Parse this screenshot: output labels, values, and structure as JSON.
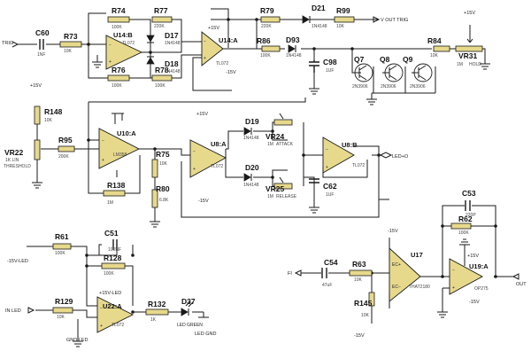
{
  "nets": {
    "trig": "TRIG",
    "fi": "FI",
    "vout_trig": "V OUT TRIG",
    "plus15_vr31": "+15V",
    "plus15_r148": "+15V",
    "led_o": "LED+O",
    "out": "OUT",
    "minus15_led": "-15V-LED",
    "plus15_led": "+15V-LED",
    "in_led": "IN LED",
    "gnd_led": "GND LED",
    "led_gnd": "LED GND",
    "plus15_u14a": "+15V",
    "minus15_u14a": "-15V",
    "plus15_u8a": "+15V",
    "minus15_u8a": "-15V",
    "minus15_u17": "-15V",
    "plus15_u19a": "+15V",
    "minus15_u19a": "-15V",
    "minus15_r145": "-15V"
  },
  "resistors": [
    {
      "ref": "R74",
      "value": "100K"
    },
    {
      "ref": "R77",
      "value": "220K"
    },
    {
      "ref": "R79",
      "value": "220K"
    },
    {
      "ref": "R99",
      "value": "10K"
    },
    {
      "ref": "R73",
      "value": "10K"
    },
    {
      "ref": "R76",
      "value": "100K"
    },
    {
      "ref": "R78",
      "value": "100K"
    },
    {
      "ref": "R86",
      "value": "100K"
    },
    {
      "ref": "R84",
      "value": "10K"
    },
    {
      "ref": "R148",
      "value": "10K"
    },
    {
      "ref": "R95",
      "value": "200K"
    },
    {
      "ref": "R75",
      "value": "10K"
    },
    {
      "ref": "R80",
      "value": "6.8K"
    },
    {
      "ref": "R138",
      "value": "1M"
    },
    {
      "ref": "R61",
      "value": "100K"
    },
    {
      "ref": "R128",
      "value": "100K"
    },
    {
      "ref": "R129",
      "value": "10K"
    },
    {
      "ref": "R132",
      "value": "1K"
    },
    {
      "ref": "R63",
      "value": "10K"
    },
    {
      "ref": "R62",
      "value": "100K"
    },
    {
      "ref": "R145",
      "value": "10K"
    }
  ],
  "capacitors": [
    {
      "ref": "C60",
      "value": "1NF"
    },
    {
      "ref": "C98",
      "value": "1UF"
    },
    {
      "ref": "C62",
      "value": "1UF"
    },
    {
      "ref": "C51",
      "value": "100NF"
    },
    {
      "ref": "C54",
      "value": "47uF"
    },
    {
      "ref": "C53",
      "value": "220P"
    }
  ],
  "diodes": [
    {
      "ref": "D17",
      "value": "1N4148"
    },
    {
      "ref": "D18",
      "value": "1N4148"
    },
    {
      "ref": "D21",
      "value": "1N4148"
    },
    {
      "ref": "D93",
      "value": "1N4148"
    },
    {
      "ref": "D19",
      "value": "1N4148"
    },
    {
      "ref": "D20",
      "value": "1N4148"
    },
    {
      "ref": "D37",
      "value": "LED GREEN"
    }
  ],
  "potentiometers": [
    {
      "ref": "VR31",
      "value": "1M",
      "function": "HOLD"
    },
    {
      "ref": "VR22",
      "value": "1K LIN",
      "function": "THRESHOLD"
    },
    {
      "ref": "VR24",
      "value": "1M",
      "function": "ATTACK"
    },
    {
      "ref": "VR25",
      "value": "1M",
      "function": "RELEASE"
    }
  ],
  "transistors": [
    {
      "ref": "Q7",
      "value": "2N3906"
    },
    {
      "ref": "Q8",
      "value": "2N3906"
    },
    {
      "ref": "Q9",
      "value": "2N3906"
    }
  ],
  "opamps": [
    {
      "ref": "U14:B",
      "part": "TL072"
    },
    {
      "ref": "U14:A",
      "part": "TL072"
    },
    {
      "ref": "U10:A",
      "part": "LM358"
    },
    {
      "ref": "U8:A",
      "part": "TL072"
    },
    {
      "ref": "U8:B",
      "part": "TL072"
    },
    {
      "ref": "U22:A",
      "part": "TL072"
    },
    {
      "ref": "U17",
      "part": "THAT2180"
    },
    {
      "ref": "U19:A",
      "part": "OP275"
    }
  ]
}
